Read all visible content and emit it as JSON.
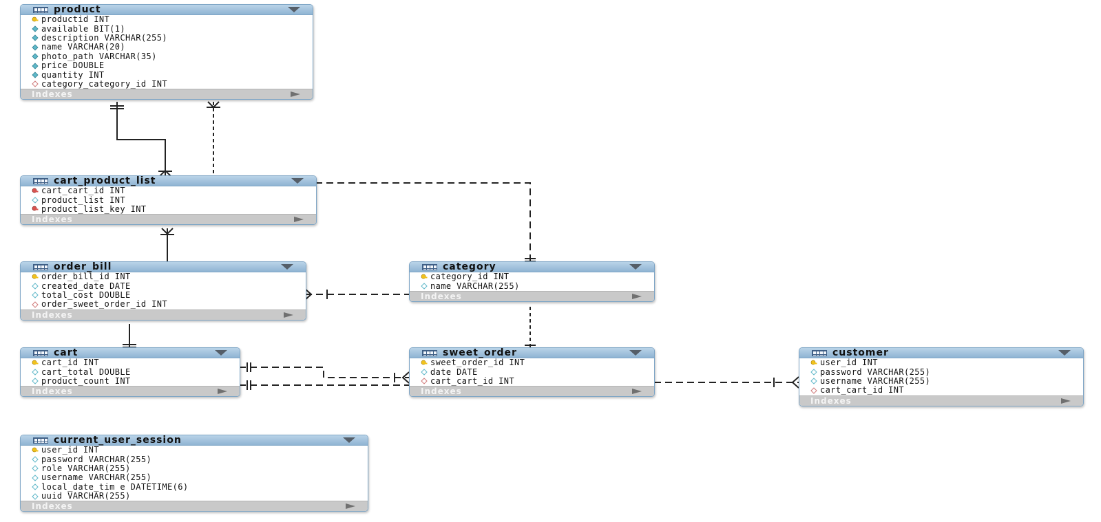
{
  "tables": {
    "product": {
      "name": "product",
      "columns": [
        {
          "text": "productid INT",
          "icon": "primary-key-icon"
        },
        {
          "text": "available BIT(1)",
          "icon": "column-icon"
        },
        {
          "text": "description VARCHAR(255)",
          "icon": "column-icon"
        },
        {
          "text": "name VARCHAR(20)",
          "icon": "column-icon"
        },
        {
          "text": "photo_path VARCHAR(35)",
          "icon": "column-icon"
        },
        {
          "text": "price DOUBLE",
          "icon": "column-icon"
        },
        {
          "text": "quantity INT",
          "icon": "column-icon"
        },
        {
          "text": "category_category_id INT",
          "icon": "foreign-key-icon"
        }
      ],
      "indexes": "Indexes"
    },
    "cart_product_list": {
      "name": "cart_product_list",
      "columns": [
        {
          "text": "cart_cart_id INT",
          "icon": "primary-foreign-key-icon"
        },
        {
          "text": "product_list INT",
          "icon": "nullable-column-icon"
        },
        {
          "text": "product_list_key INT",
          "icon": "primary-foreign-key-icon"
        }
      ],
      "indexes": "Indexes"
    },
    "order_bill": {
      "name": "order_bill",
      "columns": [
        {
          "text": "order_bill_id INT",
          "icon": "primary-key-icon"
        },
        {
          "text": "created_date DATE",
          "icon": "nullable-column-icon"
        },
        {
          "text": "total_cost DOUBLE",
          "icon": "nullable-column-icon"
        },
        {
          "text": "order_sweet_order_id INT",
          "icon": "foreign-key-icon"
        }
      ],
      "indexes": "Indexes"
    },
    "category": {
      "name": "category",
      "columns": [
        {
          "text": "category_id INT",
          "icon": "primary-key-icon"
        },
        {
          "text": "name VARCHAR(255)",
          "icon": "nullable-column-icon"
        }
      ],
      "indexes": "Indexes"
    },
    "cart": {
      "name": "cart",
      "columns": [
        {
          "text": "cart_id INT",
          "icon": "primary-key-icon"
        },
        {
          "text": "cart_total DOUBLE",
          "icon": "nullable-column-icon"
        },
        {
          "text": "product_count INT",
          "icon": "nullable-column-icon"
        }
      ],
      "indexes": "Indexes"
    },
    "sweet_order": {
      "name": "sweet_order",
      "columns": [
        {
          "text": "sweet_order_id INT",
          "icon": "primary-key-icon"
        },
        {
          "text": "date DATE",
          "icon": "nullable-column-icon"
        },
        {
          "text": "cart_cart_id INT",
          "icon": "foreign-key-icon"
        }
      ],
      "indexes": "Indexes"
    },
    "customer": {
      "name": "customer",
      "columns": [
        {
          "text": "user_id INT",
          "icon": "primary-key-icon"
        },
        {
          "text": "password VARCHAR(255)",
          "icon": "nullable-column-icon"
        },
        {
          "text": "username VARCHAR(255)",
          "icon": "nullable-column-icon"
        },
        {
          "text": "cart_cart_id INT",
          "icon": "foreign-key-icon"
        }
      ],
      "indexes": "Indexes"
    },
    "current_user_session": {
      "name": "current_user_session",
      "columns": [
        {
          "text": "user_id INT",
          "icon": "primary-key-icon"
        },
        {
          "text": "password VARCHAR(255)",
          "icon": "nullable-column-icon"
        },
        {
          "text": "role VARCHAR(255)",
          "icon": "nullable-column-icon"
        },
        {
          "text": "username VARCHAR(255)",
          "icon": "nullable-column-icon"
        },
        {
          "text": "local_date_tim e DATETIME(6)",
          "icon": "nullable-column-icon"
        },
        {
          "text": "uuid VARCHAR(255)",
          "icon": "nullable-column-icon"
        }
      ],
      "indexes": "Indexes"
    }
  },
  "colors": {
    "header": "#9bbcd9",
    "border": "#7fa6c6",
    "indexes_bar": "#c9c9c9",
    "primary_key": "#f2c21b",
    "column": "#5fb8c9",
    "foreign_key": "#d07a7a",
    "line": "#222222"
  }
}
